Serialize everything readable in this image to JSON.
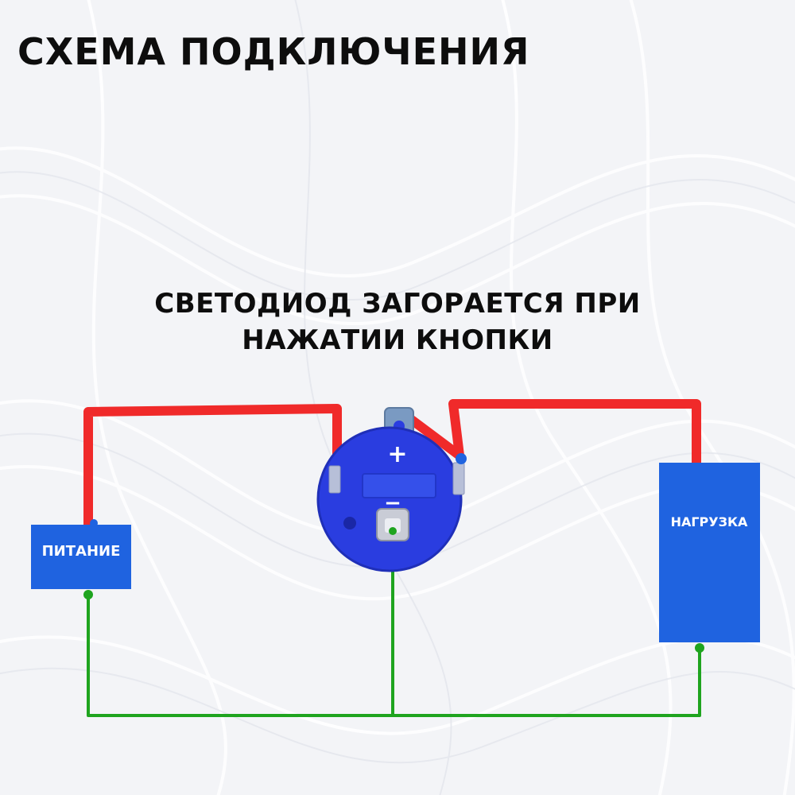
{
  "title": "СХЕМА ПОДКЛЮЧЕНИЯ",
  "subtitle": {
    "line1": "СВЕТОДИОД ЗАГОРАЕТСЯ ПРИ",
    "line2": "НАЖАТИИ КНОПКИ"
  },
  "power_box": {
    "label": "ПИТАНИЕ"
  },
  "load_box": {
    "label": "НАГРУЗКА"
  },
  "button": {
    "plus_symbol": "+",
    "minus_symbol": "−"
  },
  "colors": {
    "wire_positive": "#f02a2a",
    "wire_ground": "#1fa41f",
    "box_fill": "#1f63e0",
    "button_body": "#2a3de0"
  }
}
